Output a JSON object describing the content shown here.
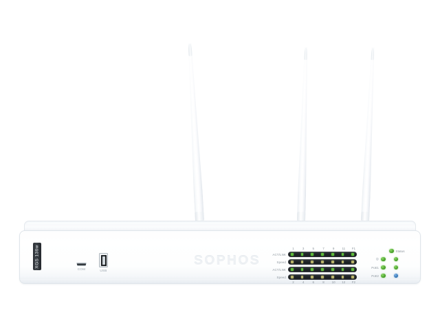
{
  "device": {
    "brand": "SOPHOS",
    "model_badge": "XGS 136w",
    "antenna_count": 3
  },
  "ports": {
    "com": {
      "label": "COM",
      "icon": "micro-usb-port-icon"
    },
    "usb": {
      "label": "USB",
      "icon": "usb-a-port-icon"
    }
  },
  "led_panel": {
    "top_numbers": [
      "1",
      "3",
      "5",
      "7",
      "9",
      "11",
      "F1"
    ],
    "bottom_numbers": [
      "2",
      "4",
      "6",
      "8",
      "10",
      "12",
      "F2"
    ],
    "rows": [
      {
        "label": "ACT/LNK",
        "color": "green",
        "count": 7
      },
      {
        "label": "Speed",
        "color": "amber",
        "count": 7
      },
      {
        "label": "ACT/LNK",
        "color": "green",
        "count": 7
      },
      {
        "label": "Speed",
        "color": "amber",
        "count": 7
      }
    ]
  },
  "status_cluster": {
    "lines": [
      {
        "label": "",
        "icon": "",
        "left_dot": "",
        "right_dot": "green",
        "text": "Status"
      },
      {
        "label": "",
        "icon": "wifi-icon",
        "left_dot": "green",
        "right_dot": "green",
        "text": ""
      },
      {
        "label": "PoE1",
        "icon": "",
        "left_dot": "green",
        "right_dot": "green",
        "text": ""
      },
      {
        "label": "PoE2",
        "icon": "",
        "left_dot": "green",
        "right_dot": "blue",
        "text": ""
      }
    ]
  },
  "colors": {
    "background": "#ffffff",
    "chassis": "#fdfefe",
    "chassis_edge": "#dfe5ea",
    "led_bar": "#23282c",
    "led_green": "#5fbd3a",
    "led_amber": "#b9b46a",
    "status_green": "#3f9b22",
    "status_blue": "#2d6fae",
    "label_text": "#8d969e",
    "brand_text": "#eef1f4"
  }
}
